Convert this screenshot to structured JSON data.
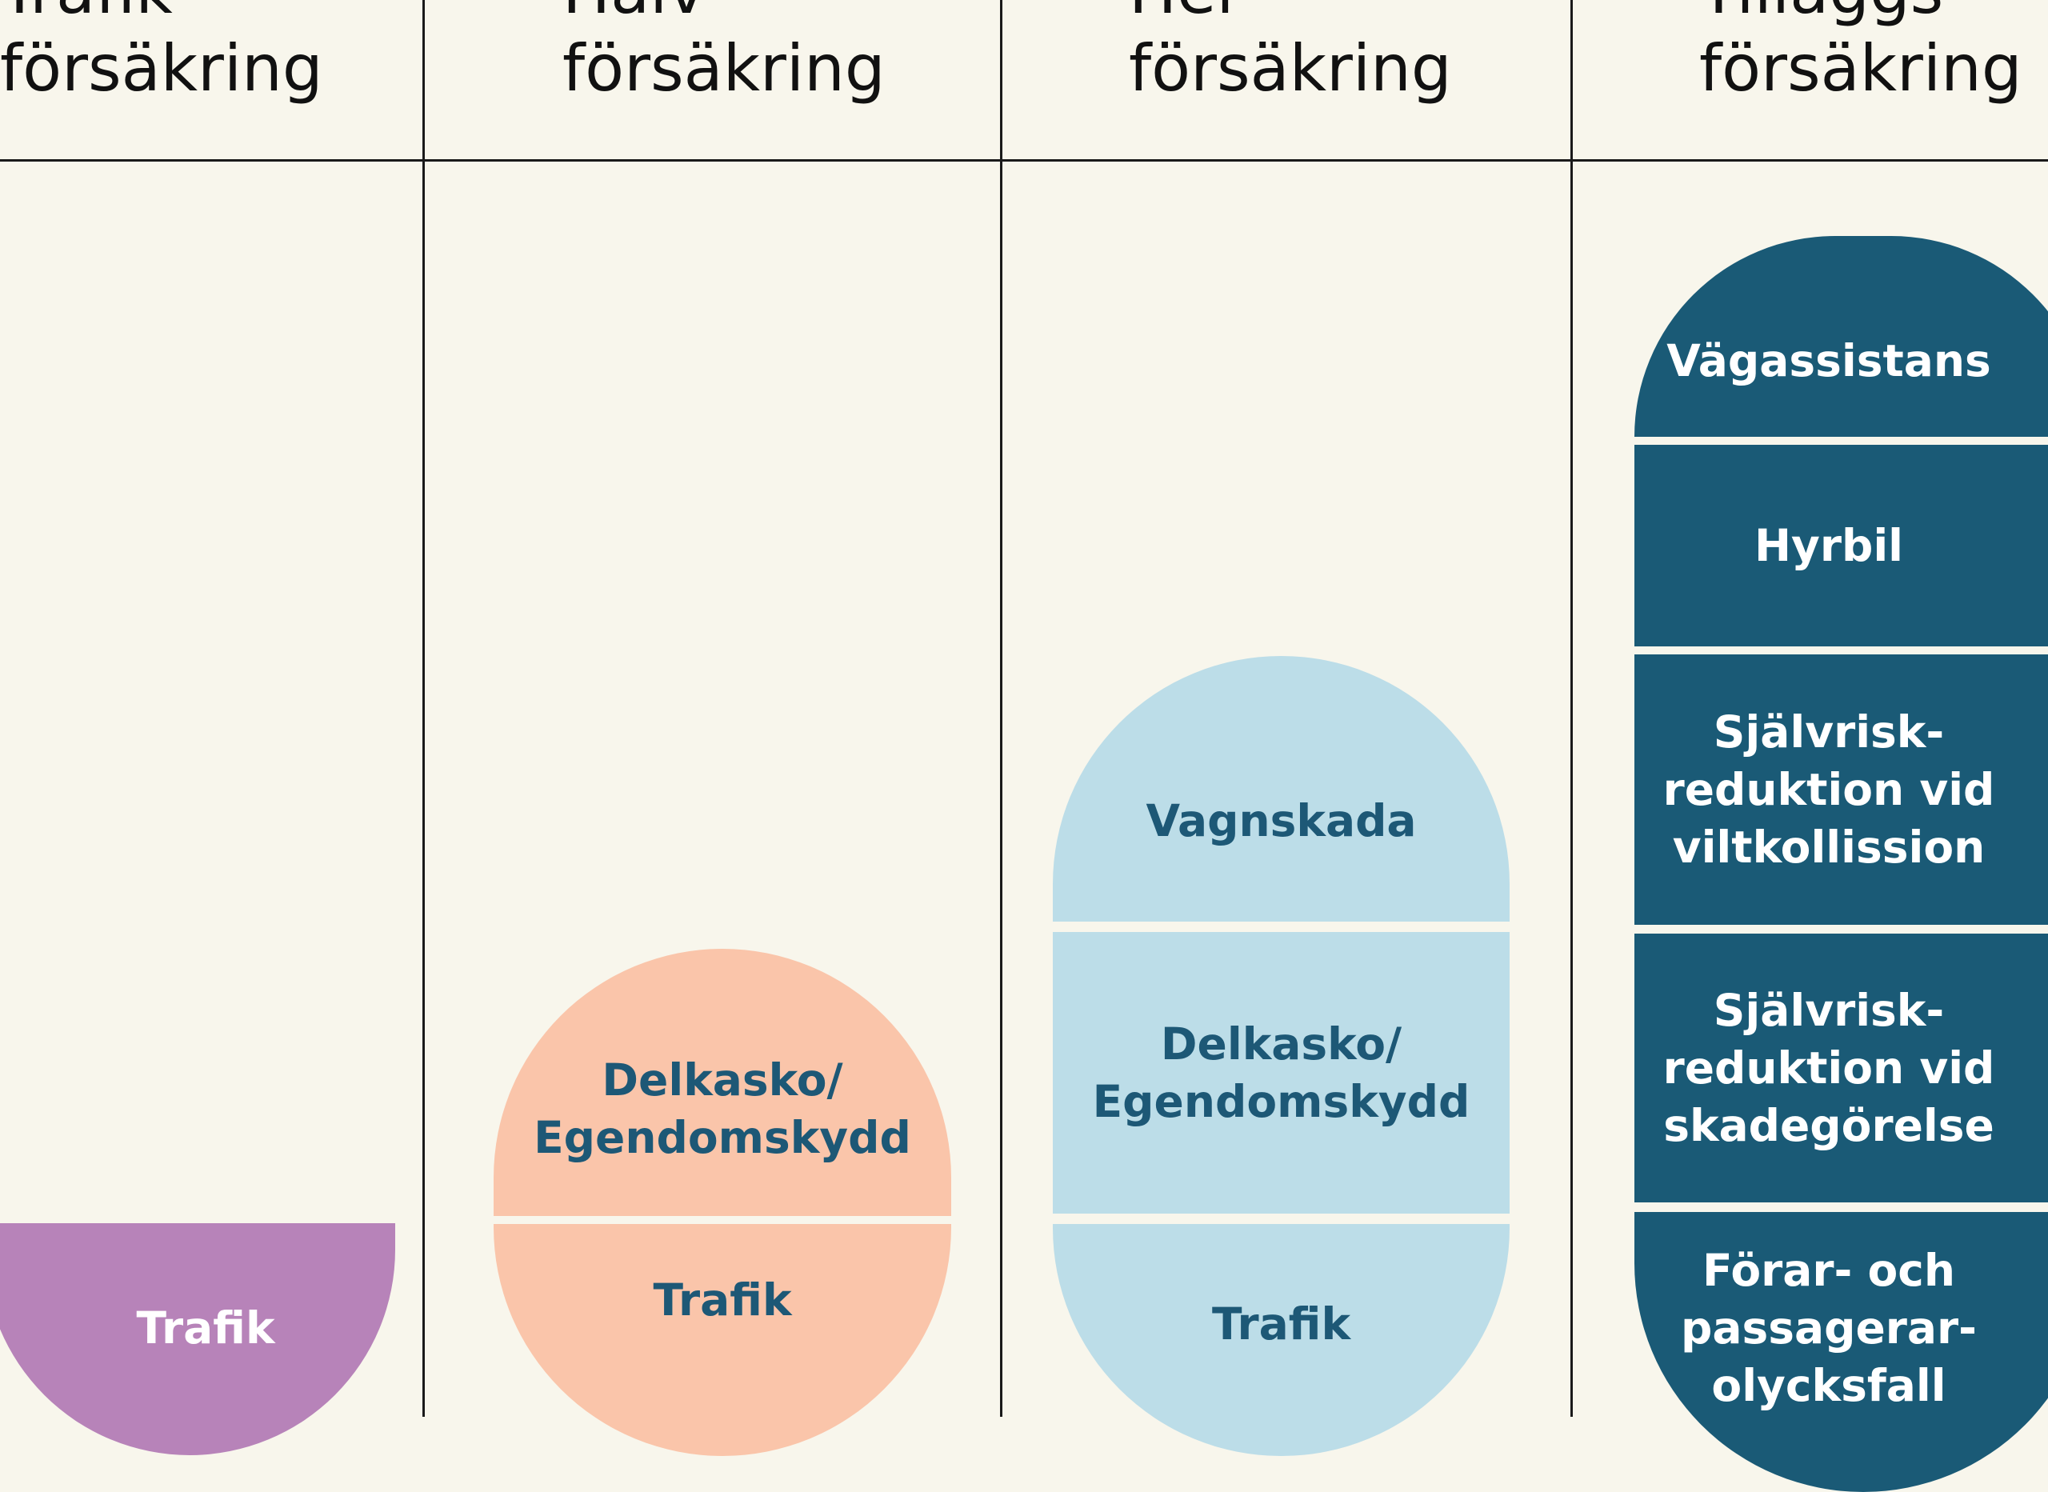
{
  "colors": {
    "background": "#f8f6ec",
    "trafik": "#b783b9",
    "halv": "#fac5aa",
    "hel": "#bcdde8",
    "tillagg": "#1a5a76",
    "label_dark": "#1d5876",
    "label_light": "#ffffff"
  },
  "columns": [
    {
      "title": "Trafik-\nförsäkring",
      "segments": [
        "Trafik"
      ]
    },
    {
      "title": "Halv-\nförsäkring",
      "segments": [
        "Delkasko/\nEgendomskydd",
        "Trafik"
      ]
    },
    {
      "title": "Hel-\nförsäkring",
      "segments": [
        "Vagnskada",
        "Delkasko/\nEgendomskydd",
        "Trafik"
      ]
    },
    {
      "title": "Tilläggs-\nförsäkring",
      "segments": [
        "Vägassistans",
        "Hyrbil",
        "Självrisk-\nreduktion vid\nviltkollission",
        "Självrisk-\nreduktion vid\nskadegörelse",
        "Förar- och\npassagerar-\nolycksfall"
      ]
    }
  ]
}
